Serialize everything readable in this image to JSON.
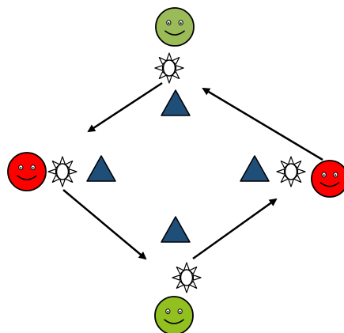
{
  "diagram": {
    "nodes": [
      {
        "id": "top",
        "icon": "smiley-face-icon",
        "color": "#9BBB59",
        "decoration": "sun-icon"
      },
      {
        "id": "left",
        "icon": "smiley-face-icon",
        "color": "#FF0000",
        "decoration": "sun-icon"
      },
      {
        "id": "right",
        "icon": "smiley-face-icon",
        "color": "#FF0000",
        "decoration": "sun-icon"
      },
      {
        "id": "bottom",
        "icon": "smiley-face-icon",
        "color": "#92C020",
        "decoration": "sun-icon"
      }
    ],
    "markers": [
      {
        "id": "upper",
        "icon": "triangle-icon",
        "color": "#1F4E79"
      },
      {
        "id": "left",
        "icon": "triangle-icon",
        "color": "#1F4E79"
      },
      {
        "id": "right",
        "icon": "triangle-icon",
        "color": "#1F4E79"
      },
      {
        "id": "lower",
        "icon": "triangle-icon",
        "color": "#1F4E79"
      }
    ],
    "arrows": [
      {
        "from": "top",
        "to": "left"
      },
      {
        "from": "left",
        "to": "bottom"
      },
      {
        "from": "bottom",
        "to": "right"
      },
      {
        "from": "right",
        "to": "top"
      }
    ],
    "outline_color": "#000000"
  }
}
